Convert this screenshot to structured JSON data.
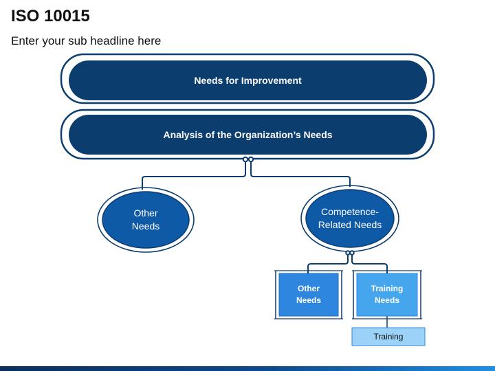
{
  "header": {
    "title": "ISO 10015",
    "subtitle": "Enter your sub headline here"
  },
  "diagram": {
    "top_bar": "Needs for Improvement",
    "second_bar": "Analysis of the Organization’s Needs",
    "left_oval": "Other\nNeeds",
    "right_oval": "Competence-\nRelated Needs",
    "left_box": "Other\nNeeds",
    "right_box": "Training\nNeeds",
    "training_tag": "Training"
  },
  "colors": {
    "dark_navy": "#0b3d6e",
    "oval_blue": "#0f5aa6",
    "box_blue": "#2e86de",
    "box_light": "#45a6ee",
    "tag_fill": "#9cd2f7",
    "outline": "#0b3d6e",
    "connector": "#0b3d6e"
  }
}
